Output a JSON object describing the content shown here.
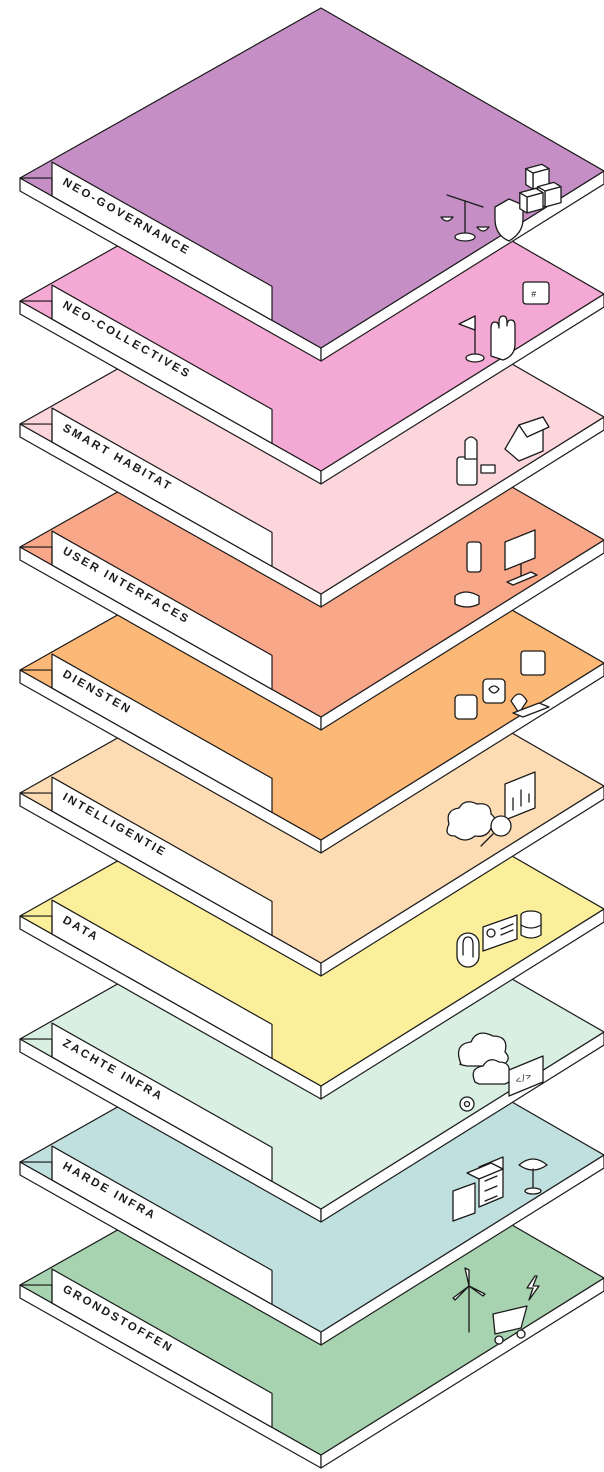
{
  "layers": [
    {
      "id": "neo-governance",
      "label": "NEO-GOVERNANCE",
      "color": "#c58fc6",
      "icon": "governance-icon"
    },
    {
      "id": "neo-collectives",
      "label": "NEO-COLLECTIVES",
      "color": "#f4a9d5",
      "icon": "collectives-icon"
    },
    {
      "id": "smart-habitat",
      "label": "SMART HABITAT",
      "color": "#fdd6dc",
      "icon": "habitat-icon"
    },
    {
      "id": "user-interfaces",
      "label": "USER INTERFACES",
      "color": "#f9a789",
      "icon": "devices-icon"
    },
    {
      "id": "diensten",
      "label": "DIENSTEN",
      "color": "#fbb877",
      "icon": "services-icon"
    },
    {
      "id": "intelligentie",
      "label": "INTELLIGENTIE",
      "color": "#fddcb4",
      "icon": "intelligence-icon"
    },
    {
      "id": "data",
      "label": "DATA",
      "color": "#fbef9b",
      "icon": "data-icon"
    },
    {
      "id": "zachte-infra",
      "label": "ZACHTE INFRA",
      "color": "#d9efe2",
      "icon": "software-icon"
    },
    {
      "id": "harde-infra",
      "label": "HARDE INFRA",
      "color": "#bfe0de",
      "icon": "hardware-icon"
    },
    {
      "id": "grondstoffen",
      "label": "GRONDSTOFFEN",
      "color": "#a8d3b0",
      "icon": "resources-icon"
    }
  ],
  "icon_glyphs": {
    "code": "</>",
    "hash": "#"
  }
}
